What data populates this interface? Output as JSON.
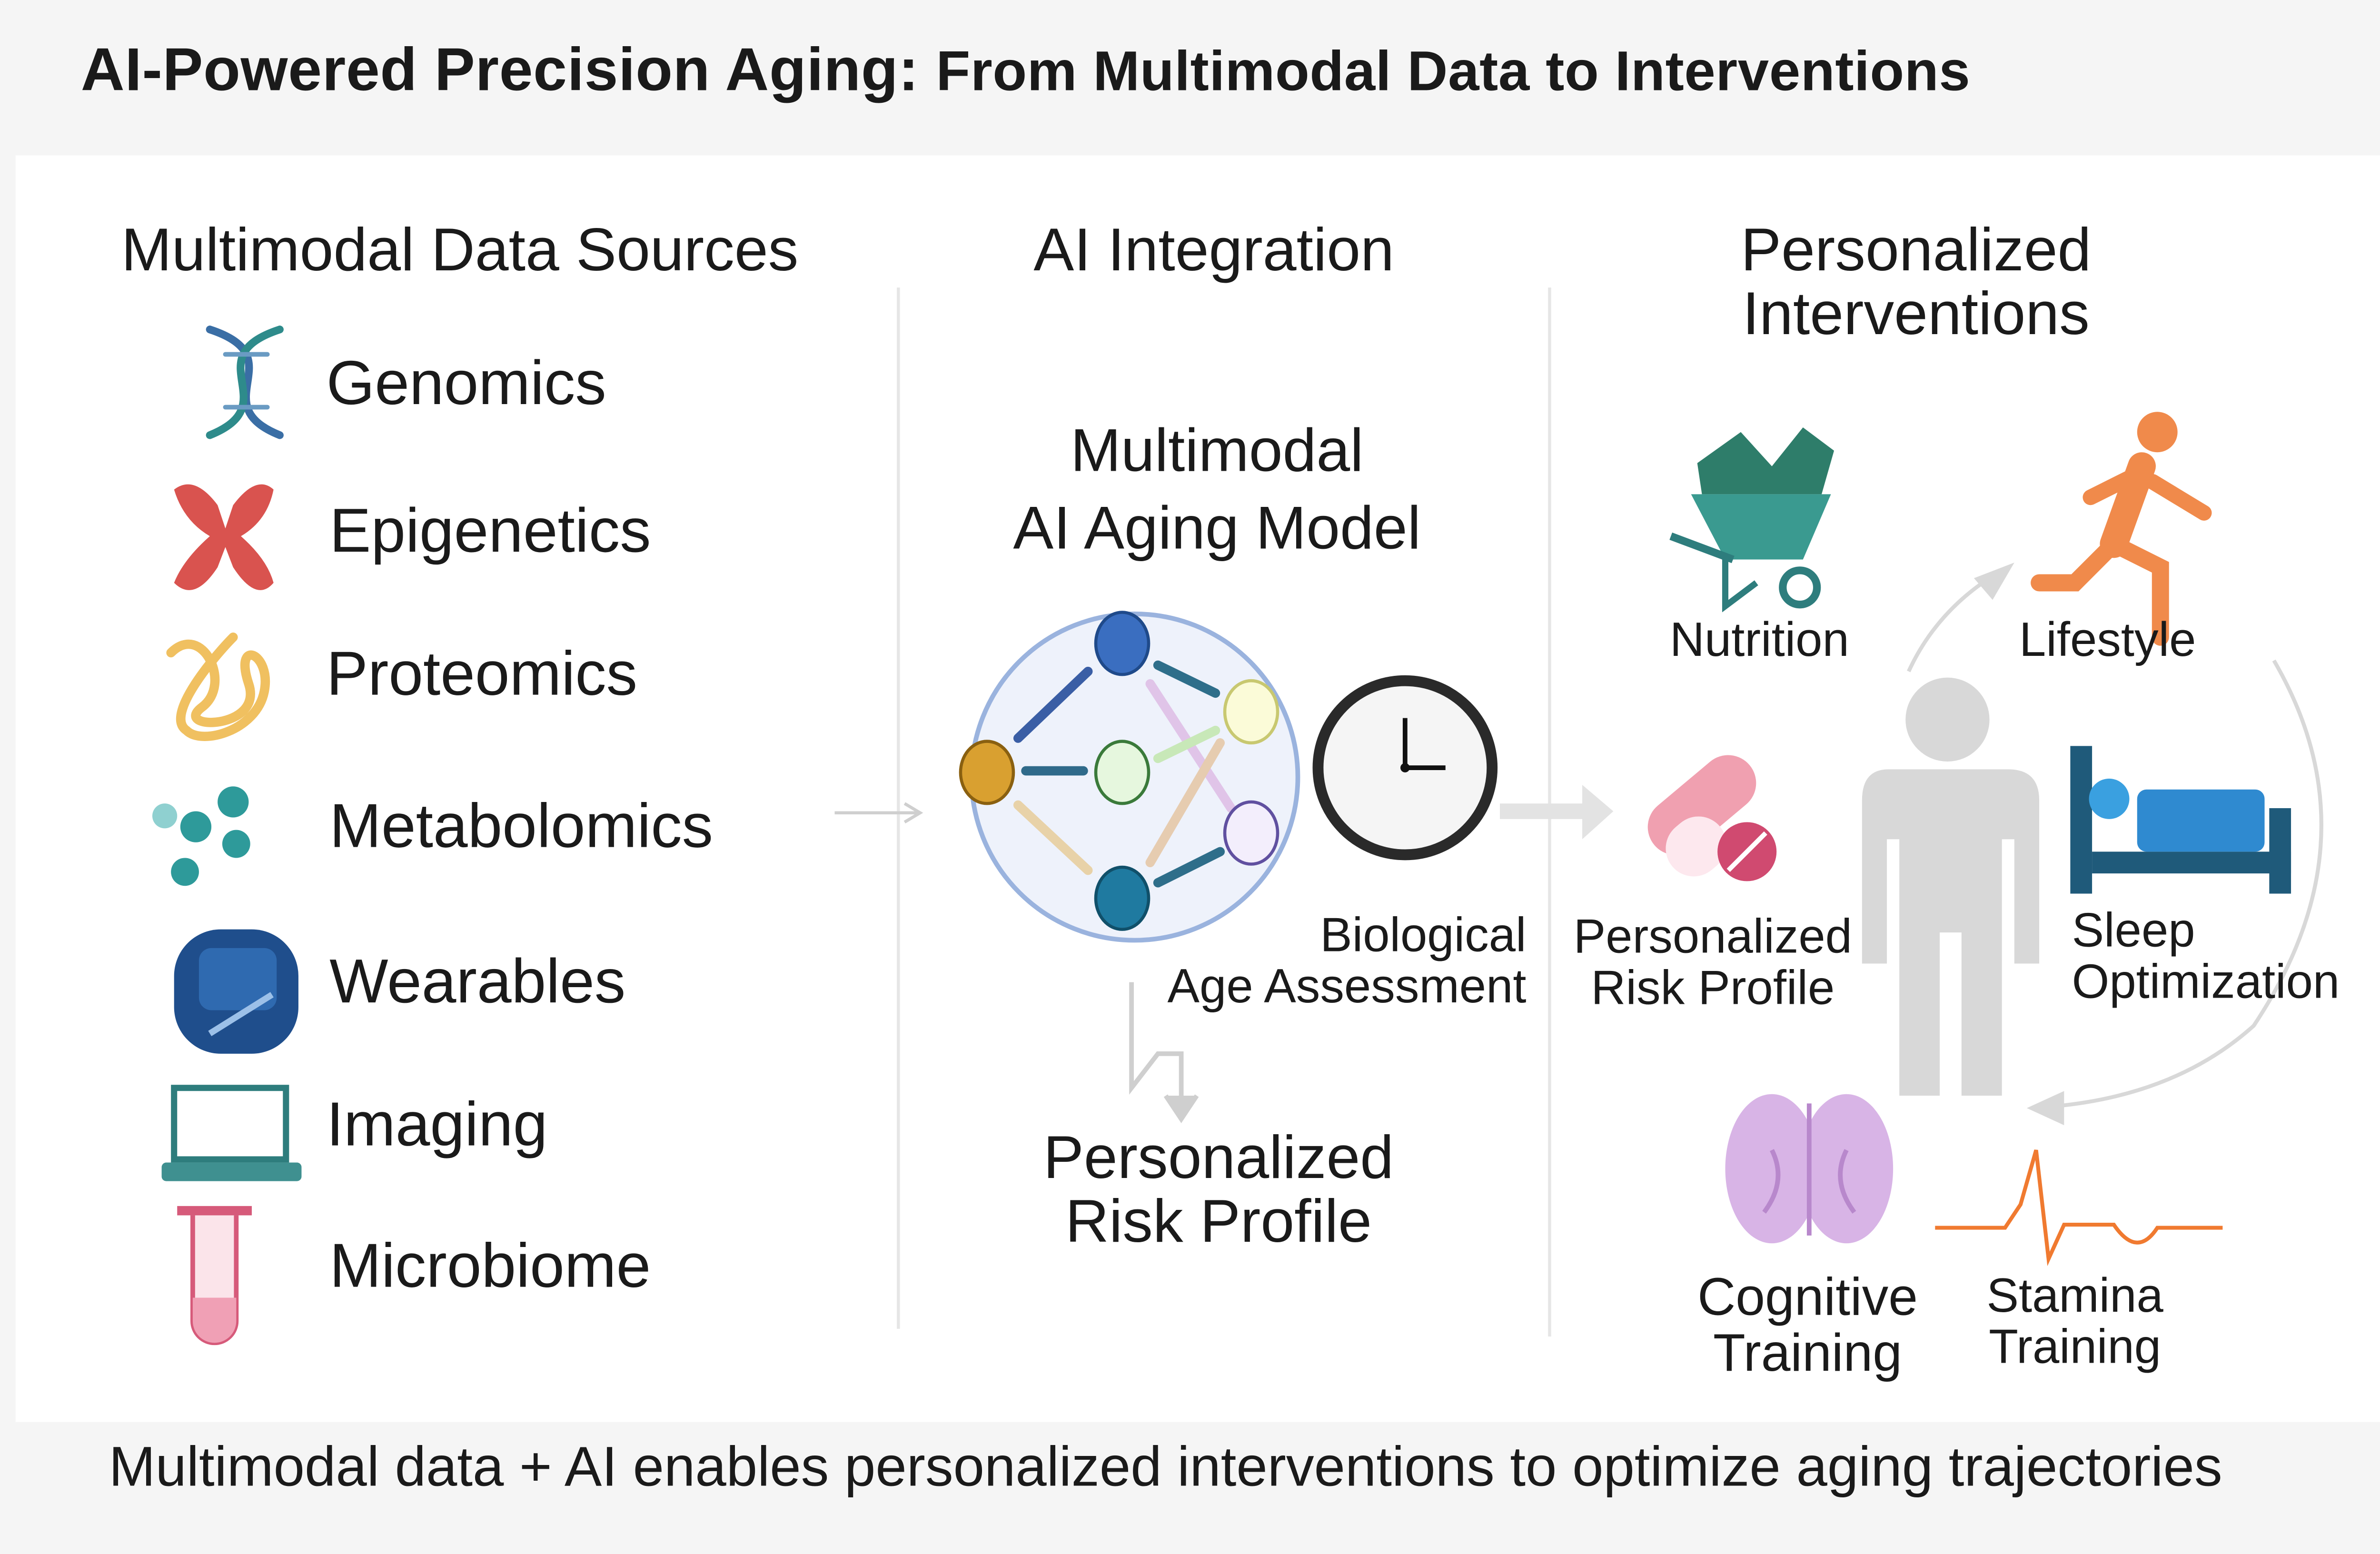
{
  "title": {
    "main": "AI-Powered Precision Aging:",
    "sub": "From Multimodal Data to Interventions"
  },
  "columns": {
    "sources": {
      "header": "Multimodal Data Sources",
      "items": [
        {
          "label": "Genomics",
          "icon": "dna-icon"
        },
        {
          "label": "Epigenetics",
          "icon": "chromosome-icon"
        },
        {
          "label": "Proteomics",
          "icon": "protein-icon"
        },
        {
          "label": "Metabolomics",
          "icon": "molecules-icon"
        },
        {
          "label": "Wearables",
          "icon": "smartwatch-icon"
        },
        {
          "label": "Imaging",
          "icon": "laptop-icon"
        },
        {
          "label": "Microbiome",
          "icon": "test-tube-icon"
        }
      ]
    },
    "ai": {
      "header": "AI Integration",
      "model_line1": "Multimodal",
      "model_line2": "AI Aging Model",
      "bio_line1": "Biological",
      "bio_line2": "Age Assessment",
      "risk_line1": "Personalized",
      "risk_line2": "Risk Profile"
    },
    "interventions": {
      "header_line1": "Personalized",
      "header_line2": "Interventions",
      "nutrition": "Nutrition",
      "lifestyle": "Lifestyle",
      "risk_line1": "Personalized",
      "risk_line2": "Risk Profile",
      "sleep_line1": "Sleep",
      "sleep_line2": "Optimization",
      "cognitive_line1": "Cognitive",
      "cognitive_line2": "Training",
      "stamina_line1": "Stamina",
      "stamina_line2": "Training"
    }
  },
  "caption": "Multimodal data + AI enables personalized interventions to optimize aging trajectories",
  "colors": {
    "teal": "#2e8b8b",
    "orange": "#f08a4b",
    "red": "#d9534f",
    "navy": "#1f4e8c",
    "pink": "#d65a7a",
    "lavender": "#c59bd8"
  }
}
